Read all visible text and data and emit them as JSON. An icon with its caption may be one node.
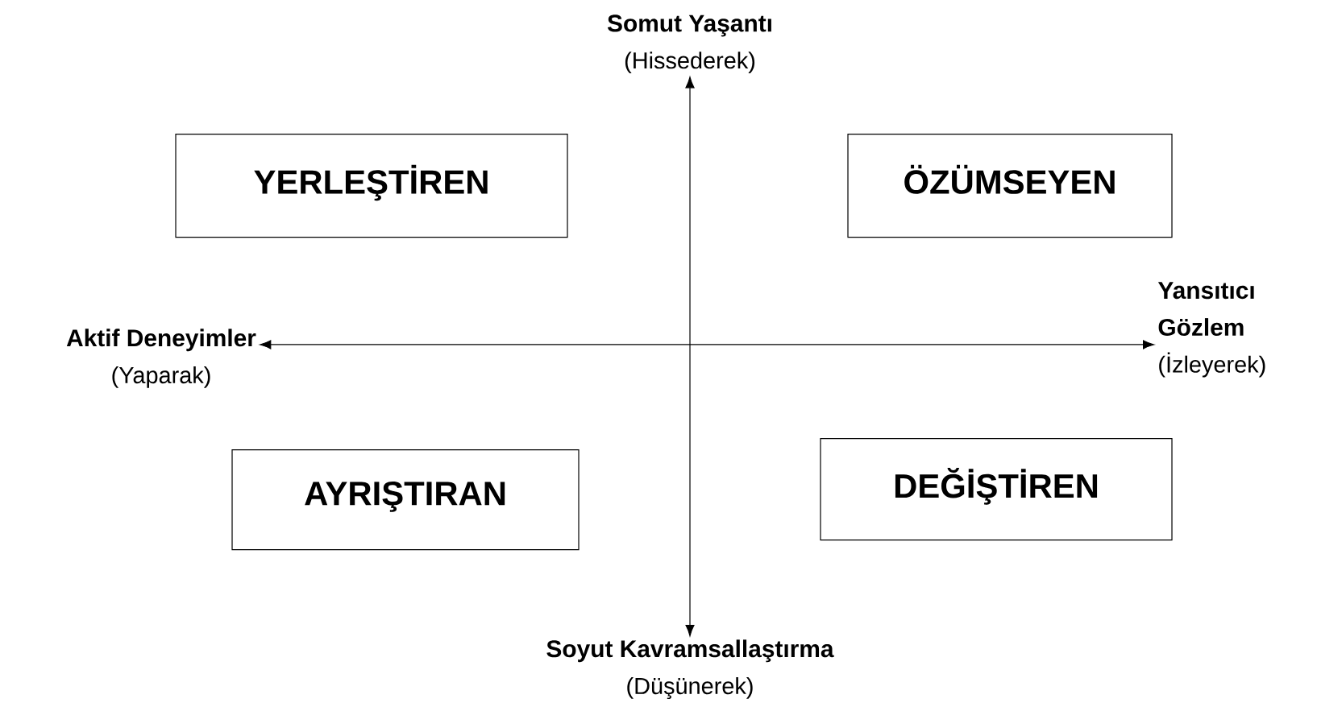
{
  "diagram": {
    "nodes": [
      {
        "text": [
          "Somut Yaşantı",
          "(Hissederek)"
        ]
      },
      {
        "text": [
          "Soyut Kavramsallaştırma",
          "(Düşünerek)"
        ]
      },
      {
        "text": [
          "Aktif Deneyimler",
          "(Yaparak)"
        ]
      },
      {
        "text": [
          "Yansıtıcı Gözlem",
          "(İzleyerek)"
        ]
      },
      {
        "text": [
          "YERLEŞTİREN"
        ]
      },
      {
        "text": [
          "ÖZÜMSEYEN"
        ]
      },
      {
        "text": [
          "AYRIŞTIRAN"
        ]
      },
      {
        "text": [
          "DEĞİŞTİREN"
        ]
      }
    ],
    "edges": [
      {
        "from": 1,
        "to": 0,
        "arrow": "both"
      },
      {
        "from": 2,
        "to": 3,
        "arrow": "both"
      }
    ]
  }
}
